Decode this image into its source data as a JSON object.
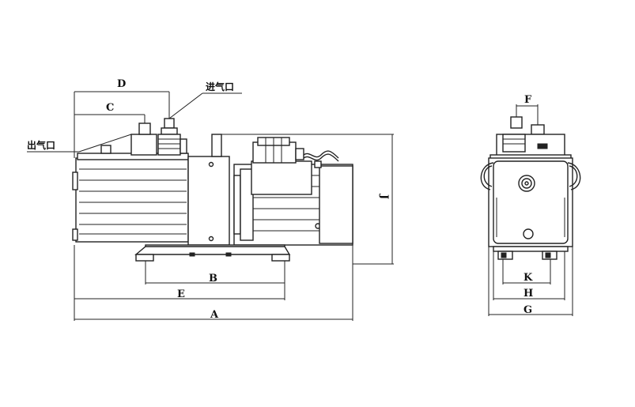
{
  "labels": {
    "inlet": "进气口",
    "outlet": "出气口"
  },
  "dimensions": {
    "A": "A",
    "B": "B",
    "C": "C",
    "D": "D",
    "E": "E",
    "F": "F",
    "G": "G",
    "H": "H",
    "J": "J",
    "K": "K"
  },
  "colors": {
    "line": "#222222",
    "background": "#ffffff"
  }
}
